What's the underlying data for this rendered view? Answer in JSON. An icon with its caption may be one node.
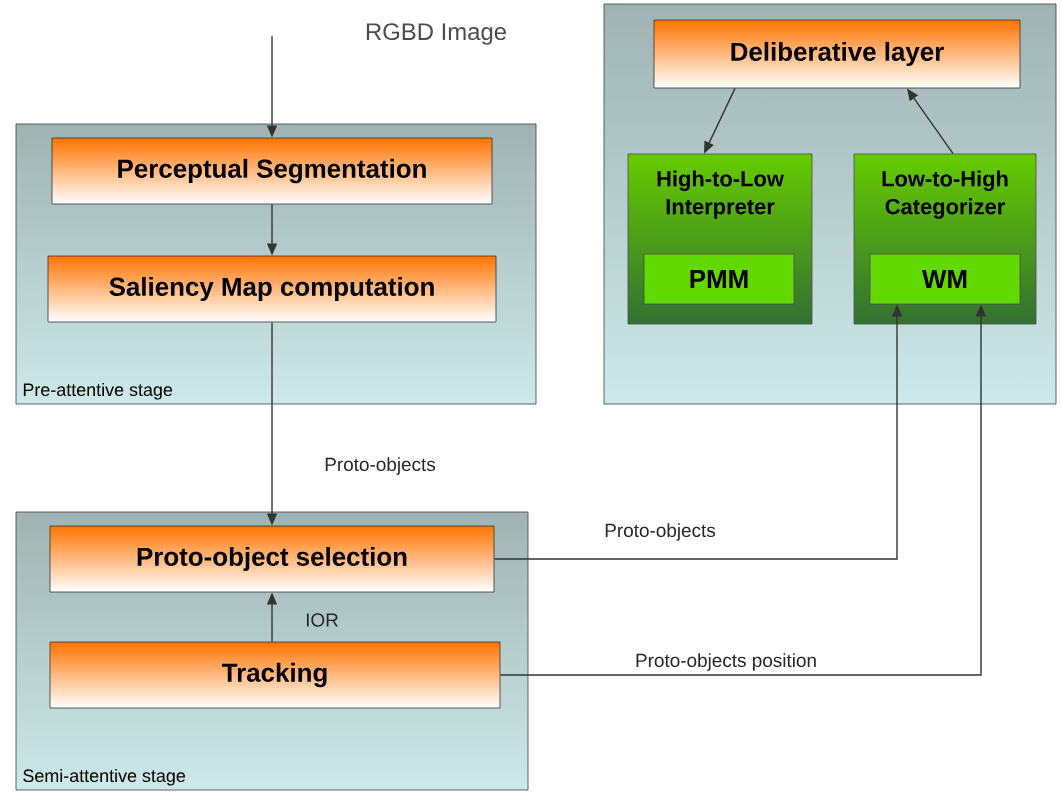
{
  "diagram": {
    "nodes": [
      {
        "text": [
          "Pre-attentive stage"
        ]
      },
      {
        "text": [
          "Perceptual Segmentation"
        ],
        "in": 0
      },
      {
        "text": [
          "Saliency Map computation"
        ],
        "in": 0
      },
      {
        "text": [
          "Semi-attentive stage"
        ]
      },
      {
        "text": [
          "Proto-object selection"
        ],
        "in": 3
      },
      {
        "text": [
          "Tracking"
        ],
        "in": 3
      },
      {
        "text": [],
        "shape": "box"
      },
      {
        "text": [
          "Deliberative layer"
        ],
        "in": 6
      },
      {
        "text": [
          "High-to-Low Interpreter"
        ],
        "in": 6
      },
      {
        "text": [
          "PMM"
        ],
        "in": 8
      },
      {
        "text": [
          "Low-to-High Categorizer"
        ],
        "in": 6
      },
      {
        "text": [
          "WM"
        ],
        "in": 10
      }
    ],
    "edges": [
      {
        "from": null,
        "to": 1,
        "arrow": "to",
        "label": "RGBD Image"
      },
      {
        "from": 1,
        "to": 2,
        "arrow": "to"
      },
      {
        "from": 2,
        "to": 4,
        "arrow": "to",
        "label": "Proto-objects"
      },
      {
        "from": 5,
        "to": 4,
        "arrow": "to",
        "label": "IOR"
      },
      {
        "from": 4,
        "to": 11,
        "arrow": "to",
        "label": "Proto-objects"
      },
      {
        "from": 5,
        "to": 11,
        "arrow": "to",
        "label": "Proto-objects position"
      },
      {
        "from": 7,
        "to": 8,
        "arrow": "to"
      },
      {
        "from": 10,
        "to": 7,
        "arrow": "to"
      }
    ]
  }
}
